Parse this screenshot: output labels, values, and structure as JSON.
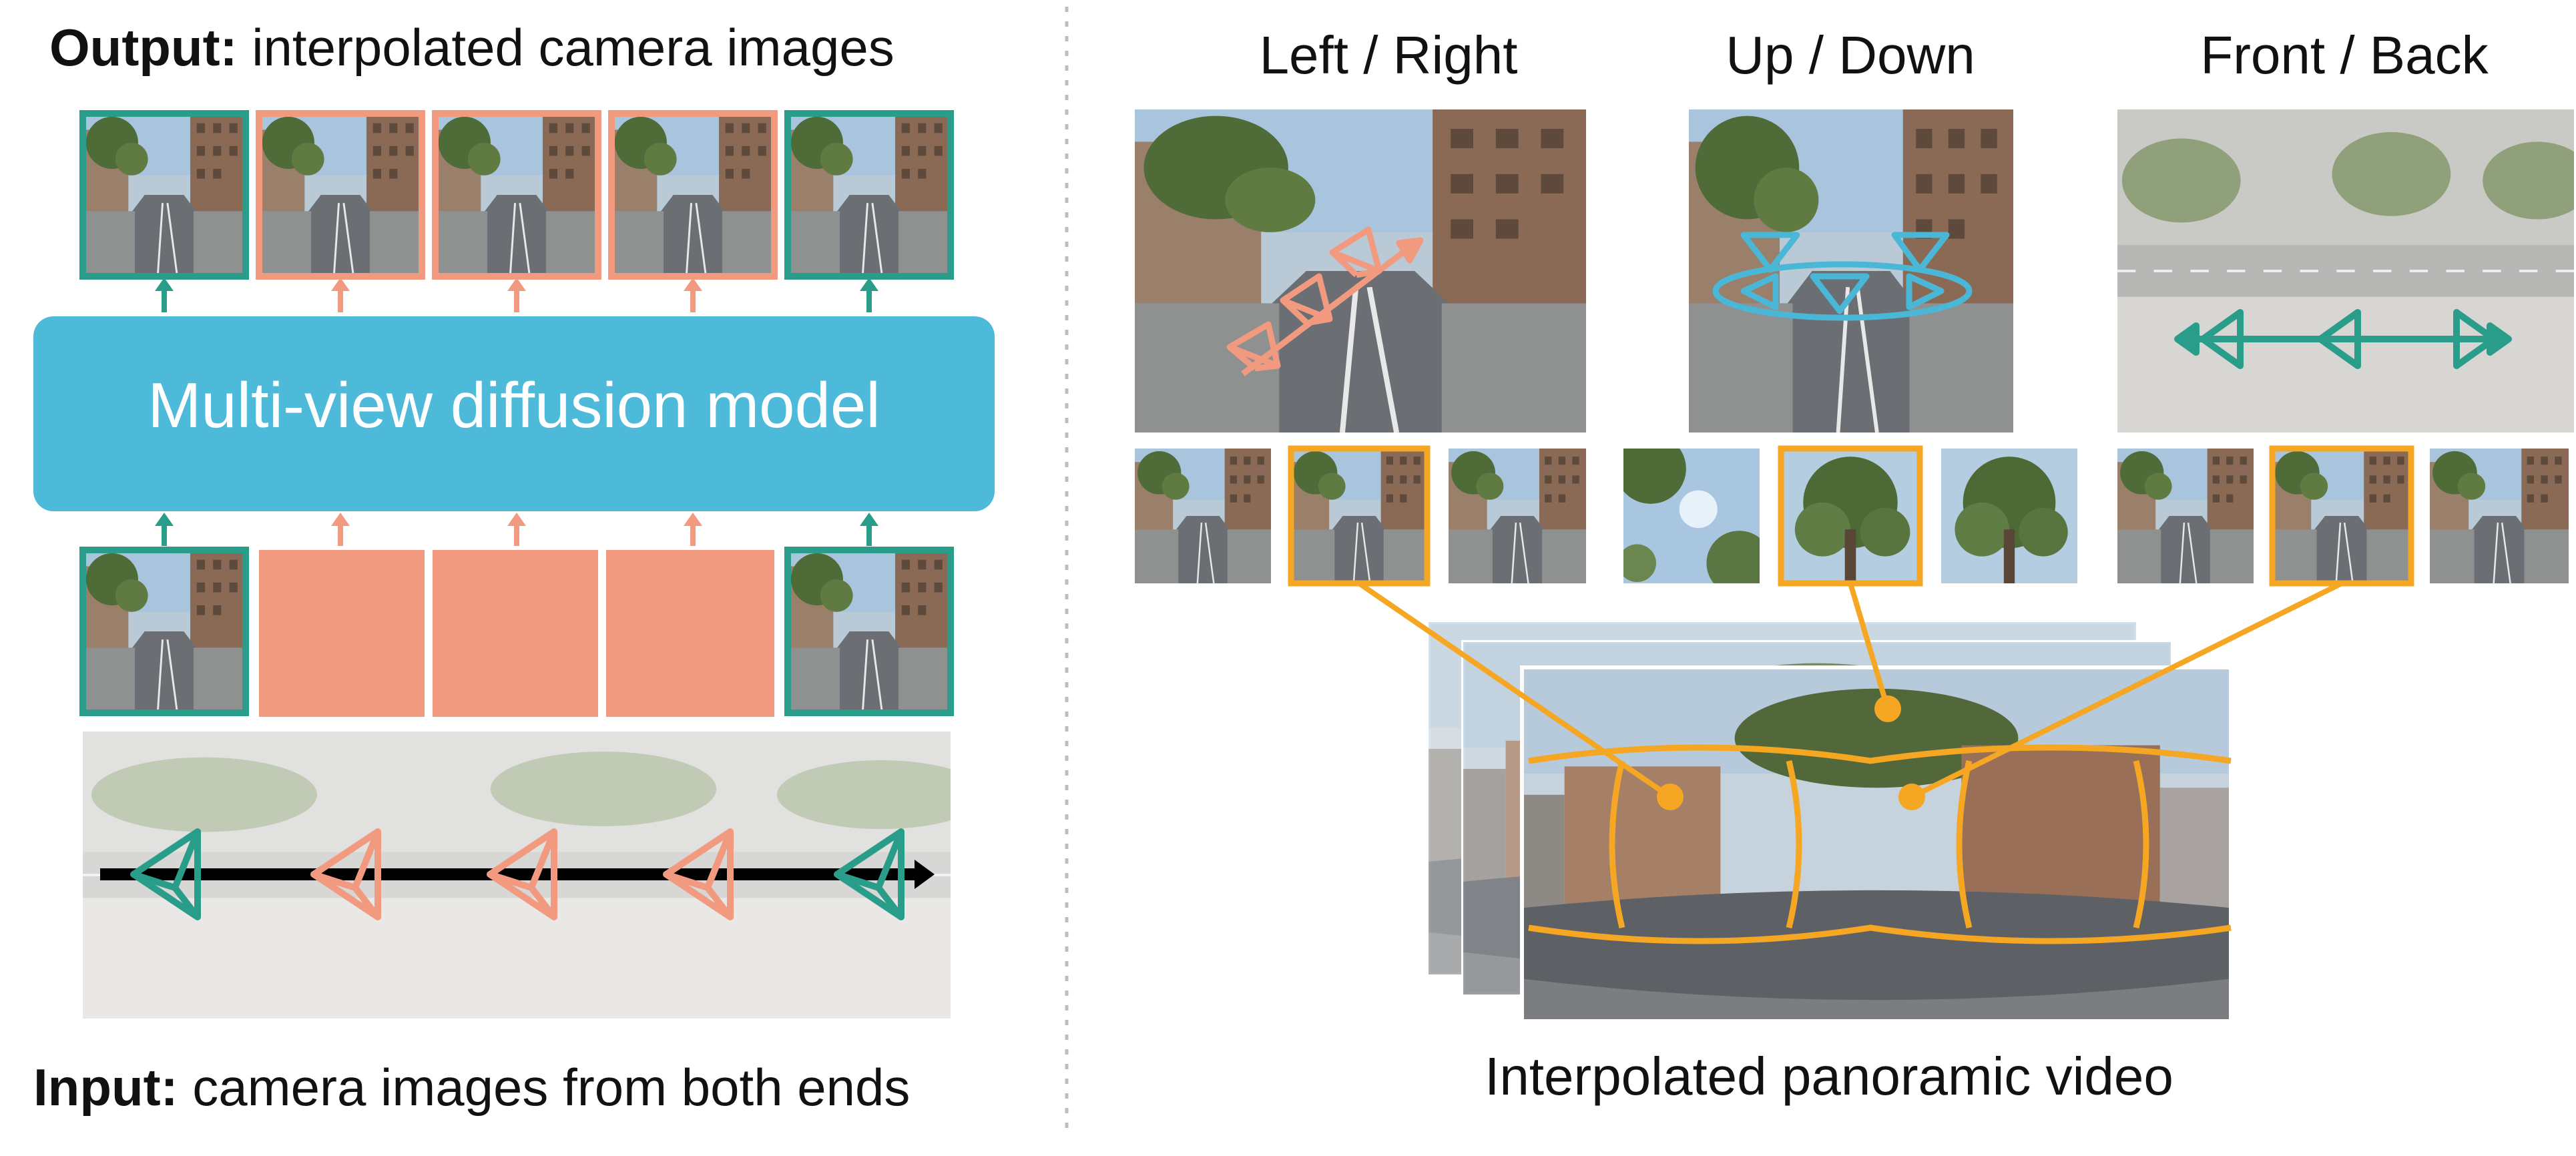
{
  "left_panel": {
    "output_label_bold": "Output:",
    "output_label_rest": " interpolated camera images",
    "model_label": "Multi-view diffusion model",
    "input_label_bold": "Input:",
    "input_label_rest": " camera images from both ends"
  },
  "right_panel": {
    "columns": [
      {
        "title": "Left / Right"
      },
      {
        "title": "Up / Down"
      },
      {
        "title": "Front / Back"
      }
    ],
    "caption": "Interpolated panoramic video"
  },
  "colors": {
    "teal": "#2a9d8a",
    "salmon": "#f29a80",
    "model_blue": "#4dbad9",
    "cyan_camera": "#4ab7d6",
    "orange": "#f5a623",
    "divider": "#bdbdbd"
  }
}
